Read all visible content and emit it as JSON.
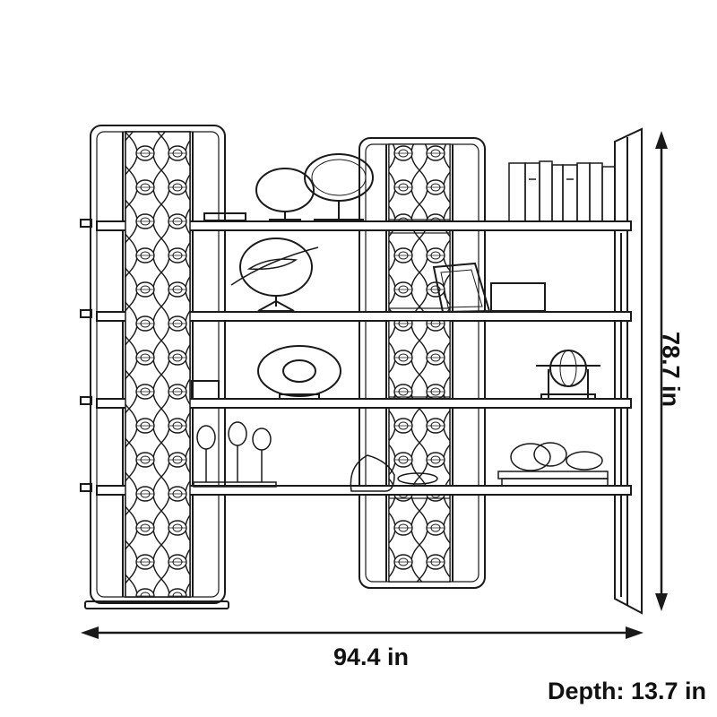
{
  "dimensions": {
    "width": "94.4 in",
    "height": "78.7 in",
    "depth": "Depth: 13.7 in"
  },
  "colors": {
    "line": "#1a1a1a",
    "background": "#ffffff"
  },
  "illustration": "bookshelf-line-drawing"
}
